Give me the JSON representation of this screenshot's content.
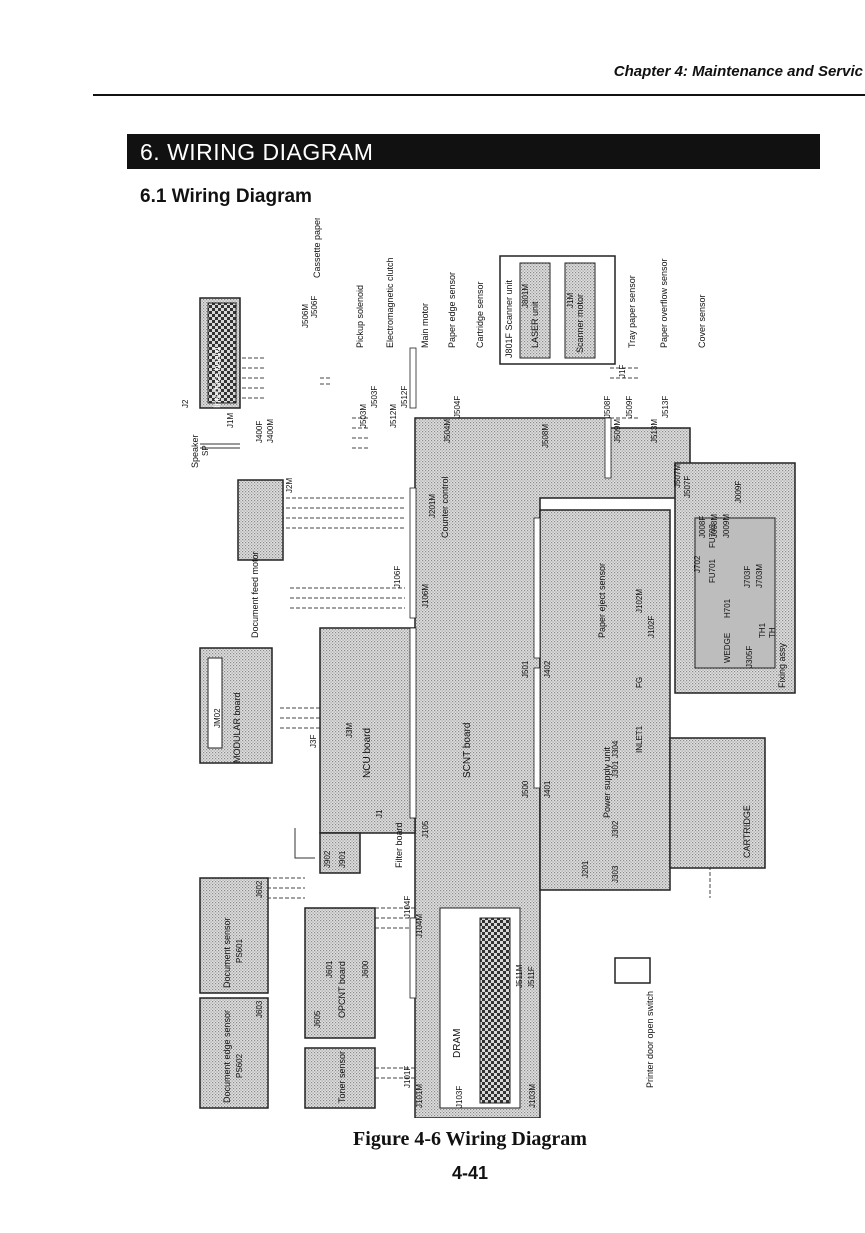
{
  "header": {
    "chapter": "Chapter 4: Maintenance and Servic"
  },
  "section": {
    "title": "6. WIRING DIAGRAM",
    "subtitle": "6.1 Wiring Diagram"
  },
  "figure": {
    "caption": "Figure 4-6 Wiring Diagram",
    "page_number": "4-41"
  },
  "diagram": {
    "boards": [
      {
        "label": "SCNT board"
      },
      {
        "label": "NCU board"
      },
      {
        "label": "OPCNT board"
      },
      {
        "label": "Power supply unit"
      },
      {
        "label": "MODULAR board"
      },
      {
        "label": "Interface board"
      },
      {
        "label": "Document sensor"
      },
      {
        "label": "Document edge sensor"
      },
      {
        "label": "Toner sensor"
      },
      {
        "label": "Fixing assy"
      },
      {
        "label": "CARTRIDGE"
      },
      {
        "label": "DRAM"
      },
      {
        "label": "J801F Scanner unit"
      },
      {
        "label": "LASER unit"
      },
      {
        "label": "Scanner motor"
      }
    ],
    "components": [
      {
        "label": "Speaker"
      },
      {
        "label": "Cassette paper sensor"
      },
      {
        "label": "Pickup solenoid"
      },
      {
        "label": "Electromagnetic clutch"
      },
      {
        "label": "Main motor"
      },
      {
        "label": "Paper edge sensor"
      },
      {
        "label": "Cartridge sensor"
      },
      {
        "label": "Tray paper sensor"
      },
      {
        "label": "Paper overflow sensor"
      },
      {
        "label": "Cover sensor"
      },
      {
        "label": "Document feed motor"
      },
      {
        "label": "Filter board"
      },
      {
        "label": "Printer door open switch"
      },
      {
        "label": "Paper eject sensor"
      },
      {
        "label": "Counter control"
      }
    ],
    "connectors": [
      {
        "label": "J2"
      },
      {
        "label": "J1M"
      },
      {
        "label": "J400F"
      },
      {
        "label": "J400M"
      },
      {
        "label": "J506F"
      },
      {
        "label": "J506M"
      },
      {
        "label": "J503F"
      },
      {
        "label": "J503M"
      },
      {
        "label": "J512F"
      },
      {
        "label": "J512M"
      },
      {
        "label": "J504F"
      },
      {
        "label": "J504M"
      },
      {
        "label": "J508F"
      },
      {
        "label": "J508M"
      },
      {
        "label": "J509F"
      },
      {
        "label": "J509M"
      },
      {
        "label": "J513F"
      },
      {
        "label": "J513M"
      },
      {
        "label": "J507F"
      },
      {
        "label": "J507M"
      },
      {
        "label": "J008F"
      },
      {
        "label": "J008M"
      },
      {
        "label": "J009M"
      },
      {
        "label": "J009F"
      },
      {
        "label": "J1F"
      },
      {
        "label": "J801M"
      },
      {
        "label": "J1M"
      },
      {
        "label": "J2M"
      },
      {
        "label": "J201M"
      },
      {
        "label": "J106F"
      },
      {
        "label": "J106M"
      },
      {
        "label": "J501"
      },
      {
        "label": "J402"
      },
      {
        "label": "J102M"
      },
      {
        "label": "J102F"
      },
      {
        "label": "J500"
      },
      {
        "label": "J401"
      },
      {
        "label": "J3F"
      },
      {
        "label": "J3M"
      },
      {
        "label": "J1"
      },
      {
        "label": "J105"
      },
      {
        "label": "J602"
      },
      {
        "label": "J603"
      },
      {
        "label": "J104F"
      },
      {
        "label": "J104M"
      },
      {
        "label": "J601"
      },
      {
        "label": "J600"
      },
      {
        "label": "J605"
      },
      {
        "label": "J101F"
      },
      {
        "label": "J101M"
      },
      {
        "label": "J103F"
      },
      {
        "label": "J103M"
      },
      {
        "label": "J511M"
      },
      {
        "label": "J511F"
      },
      {
        "label": "J201"
      },
      {
        "label": "J301"
      },
      {
        "label": "J302"
      },
      {
        "label": "J303"
      },
      {
        "label": "J304"
      },
      {
        "label": "J702"
      },
      {
        "label": "J703F"
      },
      {
        "label": "J703M"
      },
      {
        "label": "J305F"
      },
      {
        "label": "JM02"
      },
      {
        "label": "J901"
      },
      {
        "label": "J902"
      },
      {
        "label": "PS601"
      },
      {
        "label": "PS602"
      },
      {
        "label": "SP"
      },
      {
        "label": "INLET1"
      },
      {
        "label": "FG"
      },
      {
        "label": "TH"
      },
      {
        "label": "TH1"
      },
      {
        "label": "H701"
      },
      {
        "label": "FU701"
      },
      {
        "label": "FU702"
      },
      {
        "label": "WEDGE"
      }
    ]
  }
}
